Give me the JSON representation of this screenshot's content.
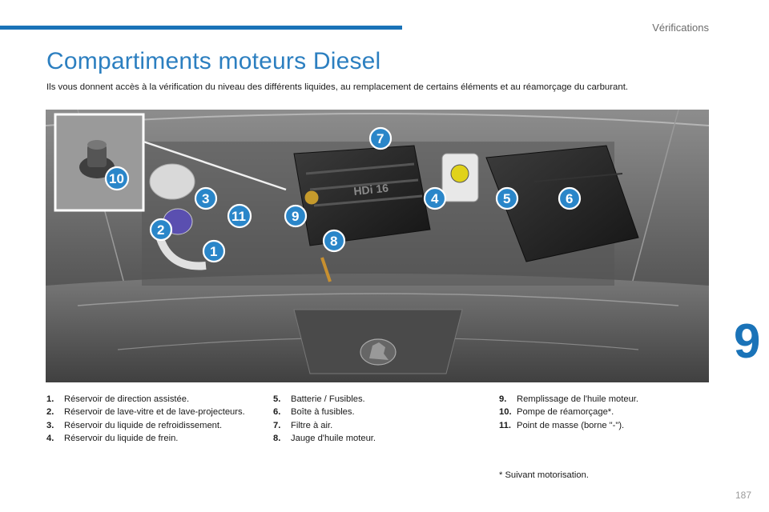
{
  "header": {
    "section": "Vérifications"
  },
  "title": "Compartiments moteurs Diesel",
  "intro": "Ils vous donnent accès à la vérification du niveau des différents liquides, au remplacement de certains éléments et au réamorçage du carburant.",
  "figure": {
    "engine_label": "HDi 16",
    "callouts": [
      "1",
      "2",
      "3",
      "4",
      "5",
      "6",
      "7",
      "8",
      "9",
      "10",
      "11"
    ]
  },
  "legend": {
    "col1": [
      {
        "num": "1.",
        "text": "Réservoir de direction assistée."
      },
      {
        "num": "2.",
        "text": "Réservoir de lave-vitre et de lave-projecteurs."
      },
      {
        "num": "3.",
        "text": "Réservoir du liquide de refroidissement."
      },
      {
        "num": "4.",
        "text": "Réservoir du liquide de frein."
      }
    ],
    "col2": [
      {
        "num": "5.",
        "text": "Batterie / Fusibles."
      },
      {
        "num": "6.",
        "text": "Boîte à fusibles."
      },
      {
        "num": "7.",
        "text": "Filtre à air."
      },
      {
        "num": "8.",
        "text": "Jauge d'huile moteur."
      }
    ],
    "col3": [
      {
        "num": "9.",
        "text": "Remplissage de l'huile moteur."
      },
      {
        "num": "10.",
        "text": "Pompe de réamorçage*."
      },
      {
        "num": "11.",
        "text": "Point de masse (borne \"-\")."
      }
    ]
  },
  "footnote": "* Suivant motorisation.",
  "chapter": "9",
  "page_number": "187",
  "colors": {
    "accent": "#1a73b8",
    "title": "#2c7fc0",
    "callout": "#2a86c9"
  }
}
